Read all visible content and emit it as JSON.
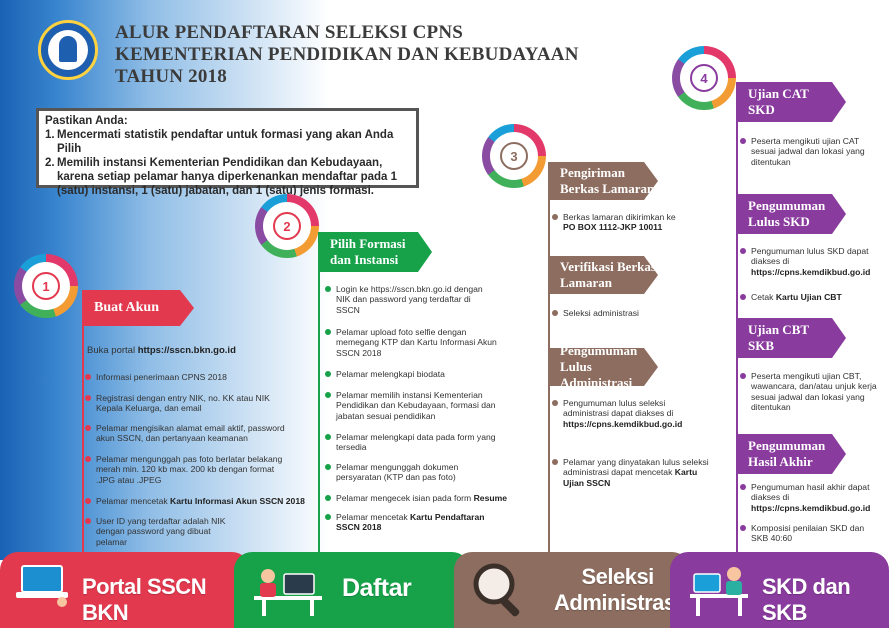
{
  "header": {
    "title_line1": "ALUR PENDAFTARAN SELEKSI CPNS",
    "title_line2": "KEMENTERIAN PENDIDIKAN DAN KEBUDAYAAN",
    "title_line3": "TAHUN 2018"
  },
  "notice": {
    "heading": "Pastikan Anda:",
    "items": [
      {
        "num": "1.",
        "text": "Mencermati statistik pendaftar untuk formasi yang akan Anda Pilih"
      },
      {
        "num": "2.",
        "text": "Memilih instansi Kementerian Pendidikan dan Kebudayaan, karena setiap pelamar hanya diperkenankan mendaftar pada 1 (satu) instansi, 1 (satu) jabatan, dan 1 (satu) jenis formasi."
      }
    ]
  },
  "colors": {
    "red": "#e2394f",
    "green": "#17a24a",
    "brown": "#8c6d5f",
    "purple": "#8a3b9e"
  },
  "step1": {
    "number": "1",
    "title": "Buat Akun",
    "intro_prefix": "Buka portal ",
    "intro_link": "https://sscn.bkn.go.id",
    "items": [
      {
        "text": "Informasi penerimaan CPNS 2018"
      },
      {
        "text": "Registrasi dengan entry NIK, no. KK atau NIK Kepala Keluarga, dan email"
      },
      {
        "text": "Pelamar mengisikan alamat email aktif, password akun SSCN, dan pertanyaan keamanan"
      },
      {
        "text": "Pelamar mengunggah pas foto berlatar belakang merah min. 120 kb max. 200 kb dengan format .JPG atau .JPEG"
      },
      {
        "text": "Pelamar mencetak ",
        "bold": "Kartu Informasi Akun SSCN 2018"
      },
      {
        "text": "User ID yang terdaftar adalah NIK dengan password yang dibuat pelamar"
      }
    ]
  },
  "step2": {
    "number": "2",
    "title_line1": "Pilih Formasi",
    "title_line2": "dan Instansi",
    "items": [
      {
        "text": "Login ke https://sscn.bkn.go.id dengan NIK dan password yang terdaftar di SSCN"
      },
      {
        "text": "Pelamar upload foto selfie dengan memegang KTP dan Kartu Informasi Akun SSCN 2018"
      },
      {
        "text": "Pelamar melengkapi biodata"
      },
      {
        "text": "Pelamar memilih instansi Kementerian Pendidikan dan Kebudayaan, formasi dan jabatan sesuai pendidikan"
      },
      {
        "text": "Pelamar melengkapi data pada form yang tersedia"
      },
      {
        "text": "Pelamar mengunggah dokumen persyaratan (KTP dan pas foto)"
      },
      {
        "text": "Pelamar mengecek isian pada form ",
        "bold": "Resume"
      },
      {
        "text": "Pelamar mencetak ",
        "bold": "Kartu Pendaftaran SSCN 2018"
      }
    ]
  },
  "step3": {
    "number": "3",
    "sections": [
      {
        "title_line1": "Pengiriman",
        "title_line2": "Berkas Lamaran",
        "items": [
          {
            "text": "Berkas lamaran dikirimkan ke ",
            "bold": "PO BOX 1112-JKP 10011"
          }
        ]
      },
      {
        "title_line1": "Verifikasi Berkas",
        "title_line2": "Lamaran",
        "items": [
          {
            "text": "Seleksi administrasi"
          }
        ]
      },
      {
        "title_line1": "Pengumuman",
        "title_line2": "Lulus Administrasi",
        "items": [
          {
            "text": "Pengumuman lulus seleksi administrasi dapat diakses di ",
            "bold": "https://cpns.kemdikbud.go.id"
          },
          {
            "text": "Pelamar yang dinyatakan lulus seleksi administrasi dapat mencetak ",
            "bold": "Kartu Ujian SSCN"
          }
        ]
      }
    ]
  },
  "step4": {
    "number": "4",
    "sections": [
      {
        "title_line1": "Ujian CAT",
        "title_line2": "SKD",
        "items": [
          {
            "text": "Peserta mengikuti ujian CAT sesuai jadwal dan lokasi yang ditentukan"
          }
        ]
      },
      {
        "title_line1": "Pengumuman",
        "title_line2": "Lulus SKD",
        "items": [
          {
            "text": "Pengumuman lulus SKD dapat diakses di ",
            "bold": "https://cpns.kemdikbud.go.id"
          },
          {
            "text": "Cetak ",
            "bold": "Kartu Ujian CBT"
          }
        ]
      },
      {
        "title_line1": "Ujian CBT",
        "title_line2": "SKB",
        "items": [
          {
            "text": "Peserta mengikuti ujian CBT, wawancara, dan/atau unjuk kerja sesuai jadwal dan lokasi yang ditentukan"
          }
        ]
      },
      {
        "title_line1": "Pengumuman",
        "title_line2": "Hasil Akhir",
        "items": [
          {
            "text": "Pengumuman hasil akhir dapat diakses di ",
            "bold": "https://cpns.kemdikbud.go.id"
          },
          {
            "text": "Komposisi penilaian SKD dan SKB 40:60"
          }
        ]
      }
    ]
  },
  "footer": {
    "tab1": "Portal SSCN BKN",
    "tab2": "Daftar",
    "tab3_line1": "Seleksi",
    "tab3_line2": "Administrasi",
    "tab4": "SKD dan SKB"
  }
}
